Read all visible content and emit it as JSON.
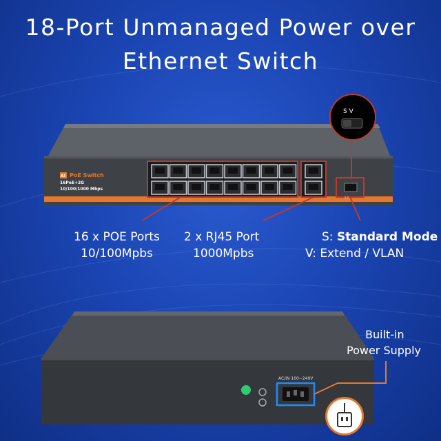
{
  "title_line1": "18-Port Unmanaged Power over",
  "title_line2": "Ethernet Switch",
  "switch_front": {
    "brand_badge": "AI",
    "brand": "PoE Switch",
    "model": "16PoE+2G",
    "speed": "10/100/1000 Mbps",
    "poe_ports_count": 16,
    "uplink_ports_count": 2,
    "switch_letters": "S V"
  },
  "labels": {
    "poe_ports_line1": "16 x POE Ports",
    "poe_ports_line2": "10/100Mpbs",
    "rj45_line1": "2 x RJ45 Port",
    "rj45_line2": "1000Mpbs",
    "mode_s_prefix": "S: ",
    "mode_s": "Standard Mode",
    "mode_v": "V:  Extend / VLAN",
    "power_line1": "Built-in",
    "power_line2": "Power Supply"
  },
  "switch_back": {
    "ac_label": "AC/IN 100~240V"
  },
  "colors": {
    "accent_orange": "#e7782b",
    "red_line": "#c0392b",
    "background_blue": "#1b45b3"
  }
}
